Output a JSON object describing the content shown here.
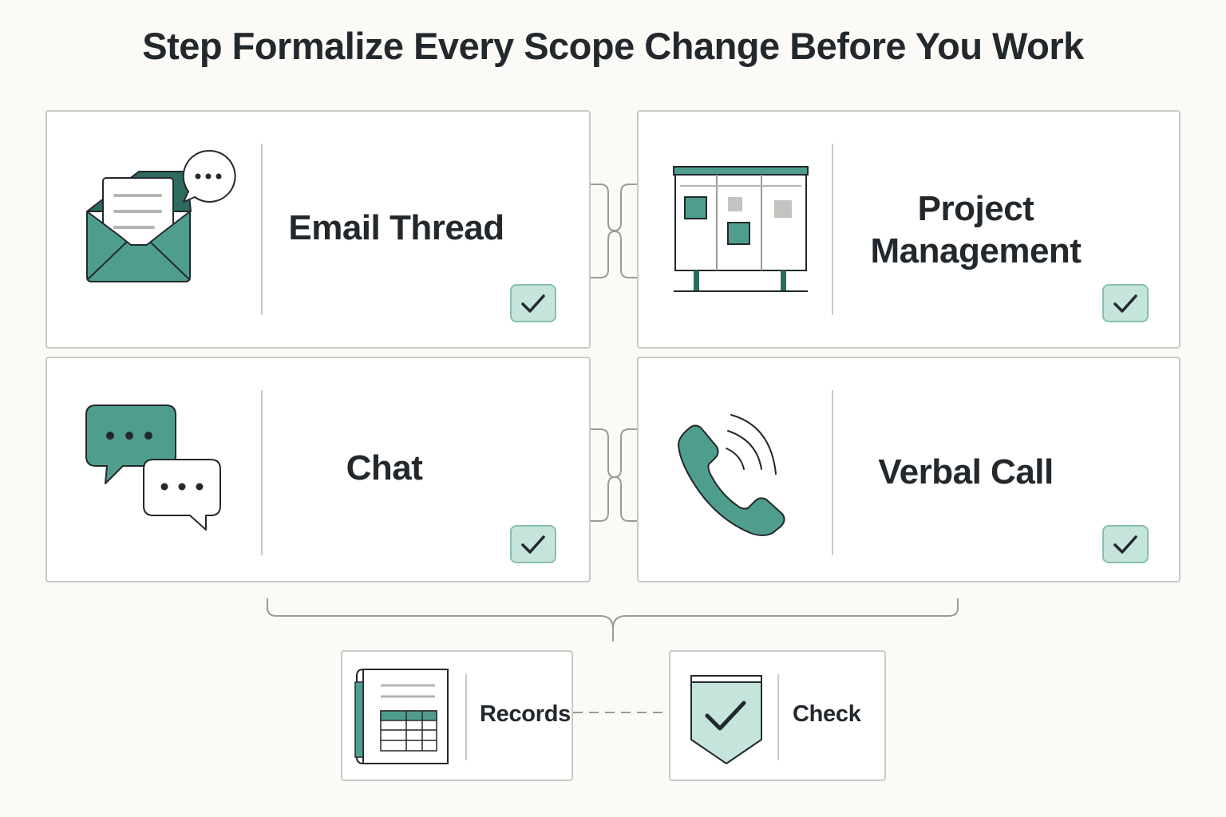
{
  "title": "Step Formalize Every Scope Change Before You Work",
  "colors": {
    "accent": "#4f9e8d",
    "accent_dark": "#2d6b5e",
    "accent_light": "#c4e4dc",
    "stroke": "#23282d",
    "border": "#c9c9c6",
    "background": "#fbfaf6"
  },
  "channels": [
    {
      "label": "Email Thread",
      "icon": "email-envelope-icon",
      "checked": true
    },
    {
      "label": "Project Management",
      "icon": "kanban-board-icon",
      "checked": true
    },
    {
      "label": "Chat",
      "icon": "chat-bubbles-icon",
      "checked": true
    },
    {
      "label": "Verbal Call",
      "icon": "phone-icon",
      "checked": true
    }
  ],
  "outputs": [
    {
      "label": "Records",
      "icon": "records-binder-icon"
    },
    {
      "label": "Check",
      "icon": "shield-check-icon"
    }
  ]
}
